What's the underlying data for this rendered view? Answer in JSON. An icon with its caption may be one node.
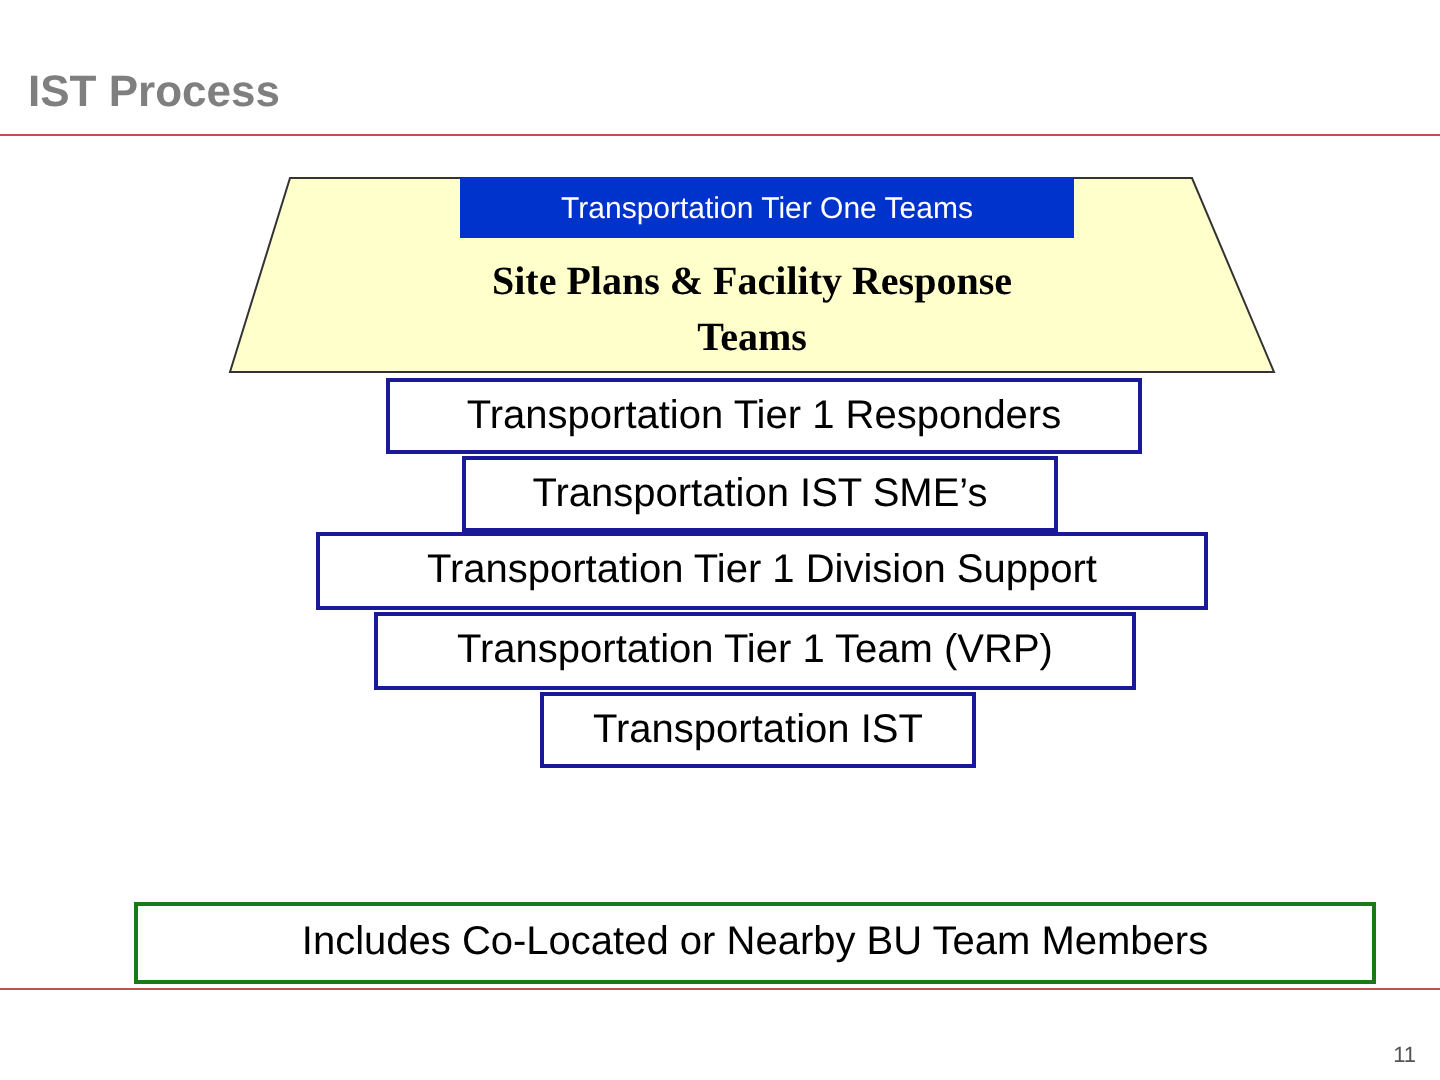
{
  "diagram": {
    "title": "IST Process",
    "nodes": [
      {
        "text": [
          "Site Plans & Facility Response Teams"
        ]
      },
      {
        "text": [
          "Transportation Tier One Teams"
        ],
        "in": 0
      },
      {
        "text": [
          "Transportation Tier 1 Responders"
        ]
      },
      {
        "text": [
          "Transportation IST SME’s"
        ]
      },
      {
        "text": [
          "Transportation Tier 1 Division Support"
        ]
      },
      {
        "text": [
          "Transportation Tier 1 Team (VRP)"
        ]
      },
      {
        "text": [
          "Transportation IST"
        ]
      },
      {
        "text": [
          "Includes Co-Located or Nearby BU Team Members"
        ]
      }
    ],
    "edges": [],
    "labels": [
      "11"
    ]
  }
}
